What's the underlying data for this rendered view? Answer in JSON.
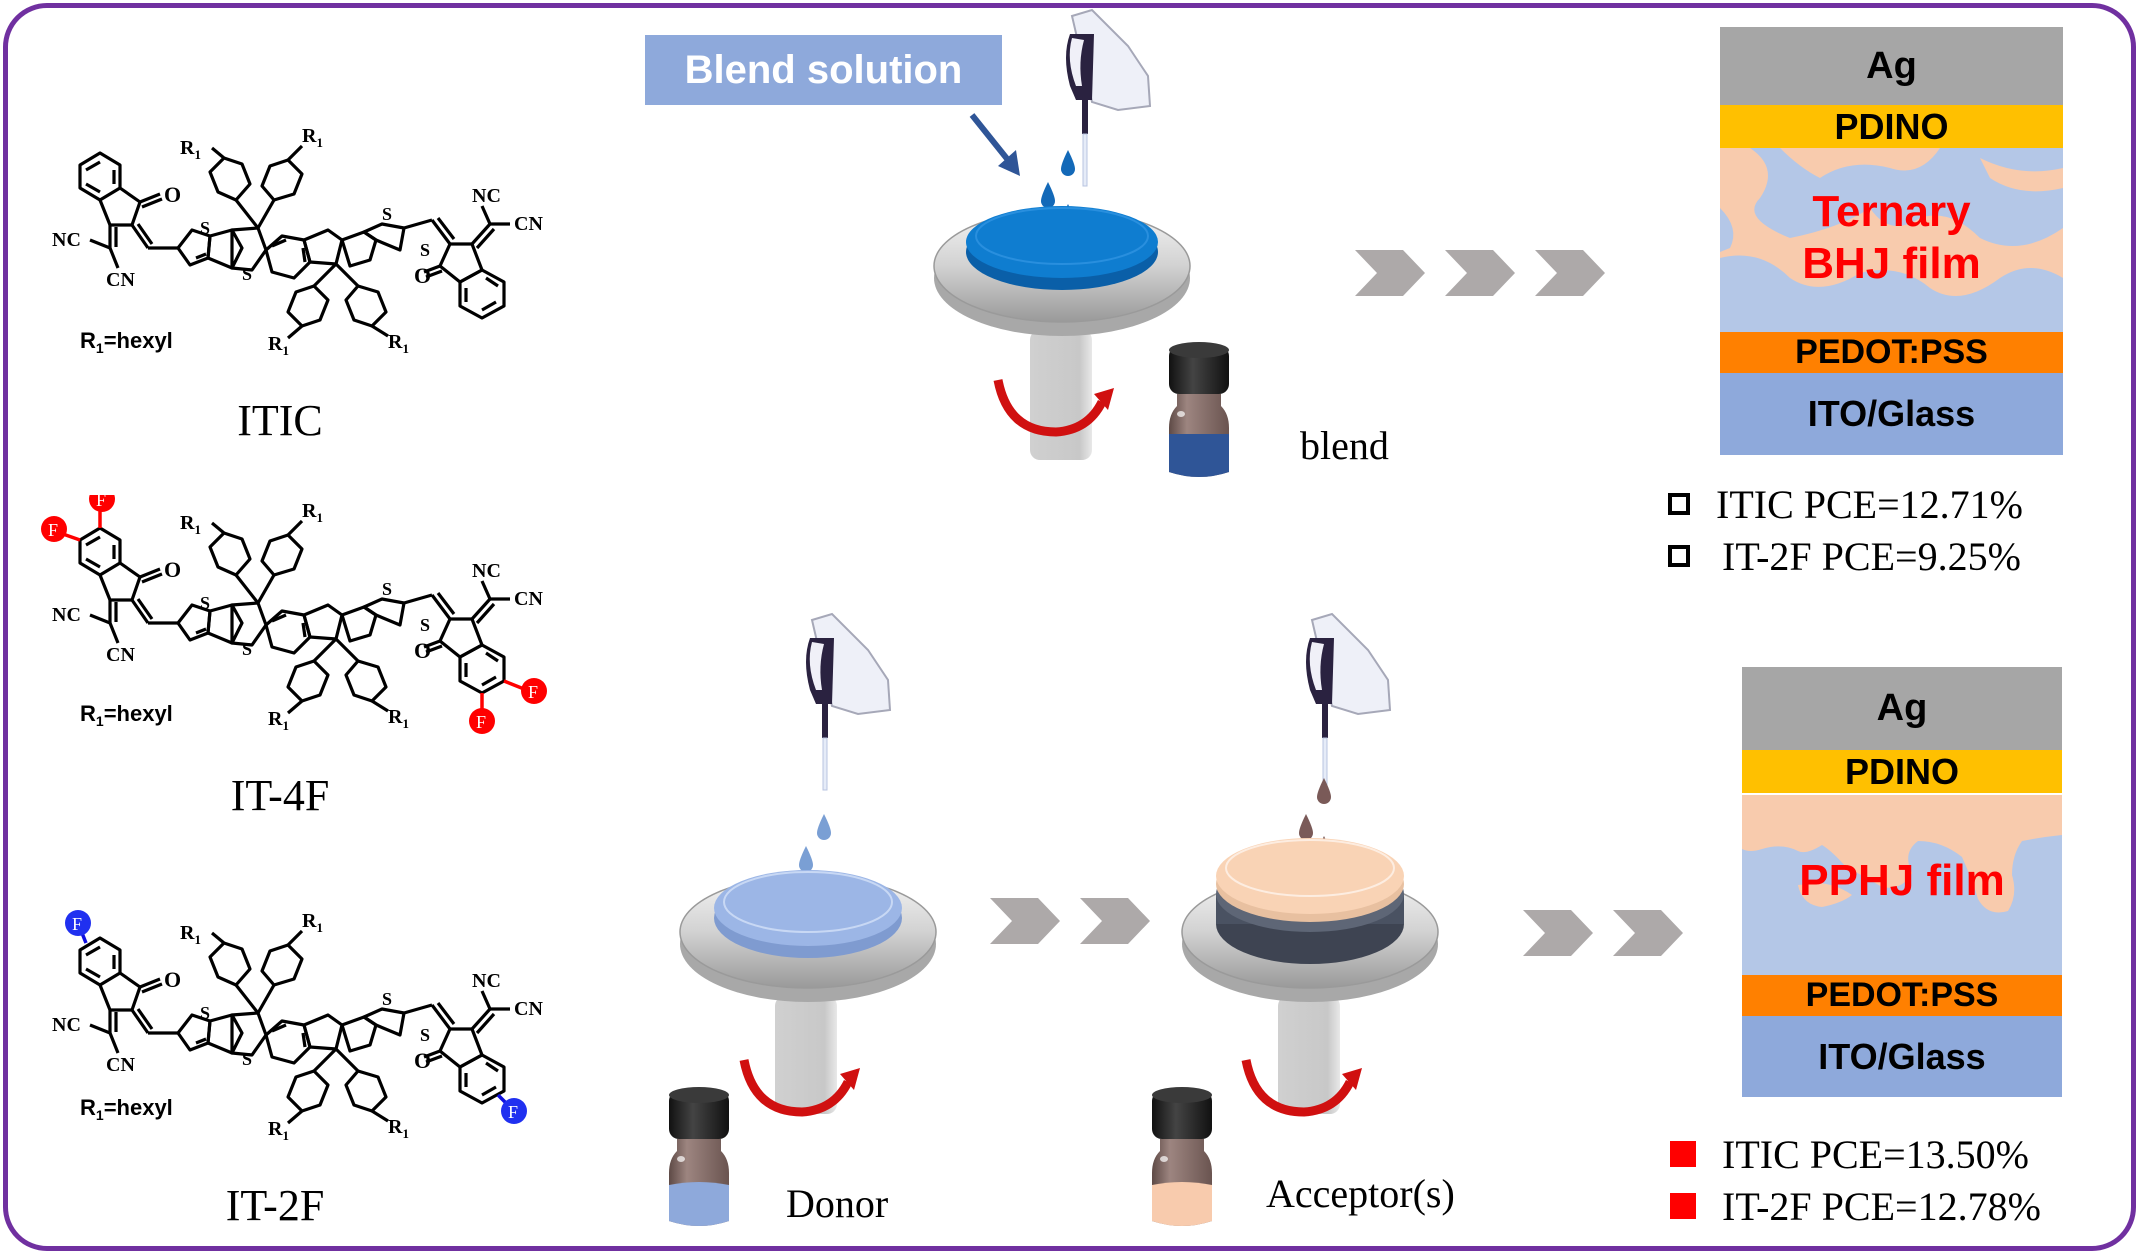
{
  "title": "ITIC-based acceptor processing schematic: blend vs. sequential (PPHJ) deposition",
  "colors": {
    "frame": "#7030A0",
    "blend_label_bg": "#8EA9DB",
    "chevron": "#ADA9A9",
    "ag": "#A6A6A6",
    "pdino": "#FFC000",
    "pedot": "#FF8000",
    "ito": "#8EA9DB",
    "film_peach": "#F8CBAD",
    "film_blue": "#B4C7E7",
    "film_text": "#FF0000",
    "fluorine_red": "#FF0000",
    "fluorine_blue": "#1010E0",
    "blend_solution": "#0F7DD0",
    "donor_solution": "#9CB6E6",
    "acceptor_solution": "#F9D3B5",
    "spin_arrow": "#D01010"
  },
  "molecules": [
    {
      "name": "ITIC",
      "substituent_note": "R1=hexyl",
      "fluorine": "none",
      "atom_labels": [
        "NC",
        "CN",
        "O",
        "S",
        "R1"
      ]
    },
    {
      "name": "IT-4F",
      "substituent_note": "R1=hexyl",
      "fluorine": "4F (red, difluoro on both end groups)",
      "atom_labels": [
        "NC",
        "CN",
        "O",
        "S",
        "R1",
        "F"
      ]
    },
    {
      "name": "IT-2F",
      "substituent_note": "R1=hexyl",
      "fluorine": "2F (blue, monofluoro on both end groups)",
      "atom_labels": [
        "NC",
        "CN",
        "O",
        "S",
        "R1",
        "F"
      ]
    }
  ],
  "atoms": {
    "nc": "NC",
    "cn": "CN",
    "o": "O",
    "s": "S",
    "r": "R",
    "r_sub": "1",
    "f": "F"
  },
  "r1_note": {
    "prefix": "R",
    "sub": "1",
    "suffix": "=hexyl"
  },
  "blend_process": {
    "label": "Blend solution",
    "vial_label": "blend"
  },
  "sequential_process": {
    "donor_vial_label": "Donor",
    "acceptor_vial_label": "Acceptor(s)"
  },
  "devices": [
    {
      "layers": [
        "Ag",
        "PDINO",
        "Ternary BHJ film",
        "PEDOT:PSS",
        "ITO/Glass"
      ],
      "film_label_lines": [
        "Ternary",
        "BHJ film"
      ],
      "legend_marker": "open-square",
      "results": [
        {
          "label": "ITIC PCE=12.71%",
          "acceptor": "ITIC",
          "pce_percent": 12.71
        },
        {
          "label": "IT-2F PCE=9.25%",
          "acceptor": "IT-2F",
          "pce_percent": 9.25
        }
      ]
    },
    {
      "layers": [
        "Ag",
        "PDINO",
        "PPHJ film",
        "PEDOT:PSS",
        "ITO/Glass"
      ],
      "film_label_lines": [
        "PPHJ film"
      ],
      "legend_marker": "filled-square",
      "results": [
        {
          "label": "ITIC PCE=13.50%",
          "acceptor": "ITIC",
          "pce_percent": 13.5
        },
        {
          "label": "IT-2F PCE=12.78%",
          "acceptor": "IT-2F",
          "pce_percent": 12.78
        }
      ]
    }
  ]
}
